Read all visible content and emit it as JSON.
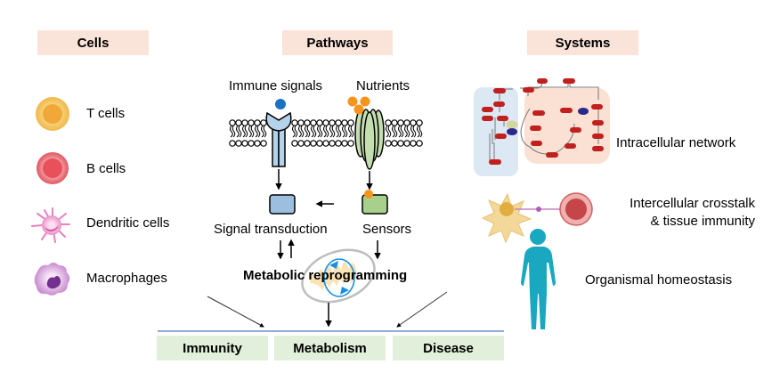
{
  "headers": {
    "cells": "Cells",
    "pathways": "Pathways",
    "systems": "Systems"
  },
  "cells": [
    {
      "label": "T cells",
      "icon": "t-cell-icon",
      "color": "#f0a838"
    },
    {
      "label": "B cells",
      "icon": "b-cell-icon",
      "color": "#e8505a"
    },
    {
      "label": "Dendritic cells",
      "icon": "dendritic-cell-icon",
      "color": "#e070b0"
    },
    {
      "label": "Macrophages",
      "icon": "macrophage-icon",
      "color": "#7a3a98"
    }
  ],
  "pathways": {
    "immune_signals": "Immune signals",
    "nutrients": "Nutrients",
    "signal_transduction": "Signal transduction",
    "sensors": "Sensors",
    "metabolic_reprogramming": "Metabolic reprogramming"
  },
  "systems": [
    {
      "label": "Intracellular network",
      "icon": "network-icon"
    },
    {
      "label_line1": "Intercellular crosstalk",
      "label_line2": "& tissue immunity",
      "icon": "cell-crosstalk-icon"
    },
    {
      "label": "Organismal homeostasis",
      "icon": "human-body-icon"
    }
  ],
  "outcomes": [
    "Immunity",
    "Metabolism",
    "Disease"
  ],
  "colors": {
    "header_bg": "#fae3d8",
    "outcome_bg": "#e2efda",
    "receptor": "#b4d2ea",
    "transporter": "#c4deb0",
    "ligand_blue": "#1a72c0",
    "nutrient_orange": "#f7941d",
    "network_node": "#c0201e",
    "body": "#1aa8c0",
    "baseline": "#6a8fd0"
  }
}
